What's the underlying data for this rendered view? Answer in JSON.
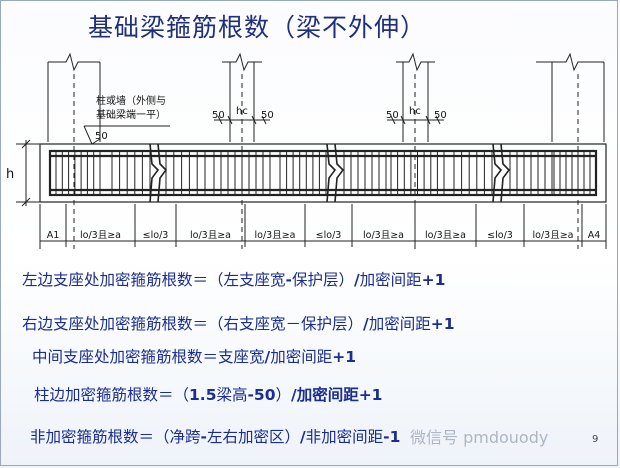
{
  "title": "基础梁箍筋根数（梁不外伸）",
  "diagram": {
    "column_label_line1": "柱或墙（外侧与",
    "column_label_line2": "基础梁端一平）",
    "dim_50_left": "50",
    "dim_50_a": "50",
    "dim_hc_a": "hc",
    "dim_50_b": "50",
    "dim_50_c": "50",
    "dim_hc_b": "hc",
    "dim_50_d": "50",
    "h_label": "h",
    "seg": [
      "A1",
      "lo/3且≥a",
      "≤lo/3",
      "lo/3且≥a",
      "lo/3且≥a",
      "≤lo/3",
      "lo/3且≥a",
      "lo/3且≥a",
      "≤lo/3",
      "lo/3且≥a",
      "A4"
    ]
  },
  "formulas": [
    {
      "pre": "左边支座处加密箍筋根数＝（左支座宽",
      "b1": "-",
      "mid": "保护层）",
      "b2": "/",
      "mid2": "加密间距",
      "b3": "+1"
    },
    {
      "pre": "右边支座处加密箍筋根数＝（右支座宽－保护层）",
      "b1": "/",
      "mid": "加密间距",
      "b2": "+1",
      "mid2": "",
      "b3": ""
    },
    {
      "pre": "中间支座处加密箍筋根数＝支座宽",
      "b1": "/",
      "mid": "加密间距",
      "b2": "+1",
      "mid2": "",
      "b3": ""
    },
    {
      "pre": "柱边加密箍筋根数＝（",
      "b1": "1.5",
      "mid": "梁高",
      "b2": "-50",
      "mid2": "）",
      "b3": "/加密间距+1"
    },
    {
      "pre": "非加密箍筋根数＝（净跨",
      "b1": "-",
      "mid": "左右加密区）",
      "b2": "/",
      "mid2": "非加密间距",
      "b3": "-1"
    }
  ],
  "watermark": "微信号 pmdouody",
  "page_number": "9",
  "colors": {
    "title": "#1f2f7a",
    "formula": "#1b2d8f",
    "line": "#222222"
  }
}
